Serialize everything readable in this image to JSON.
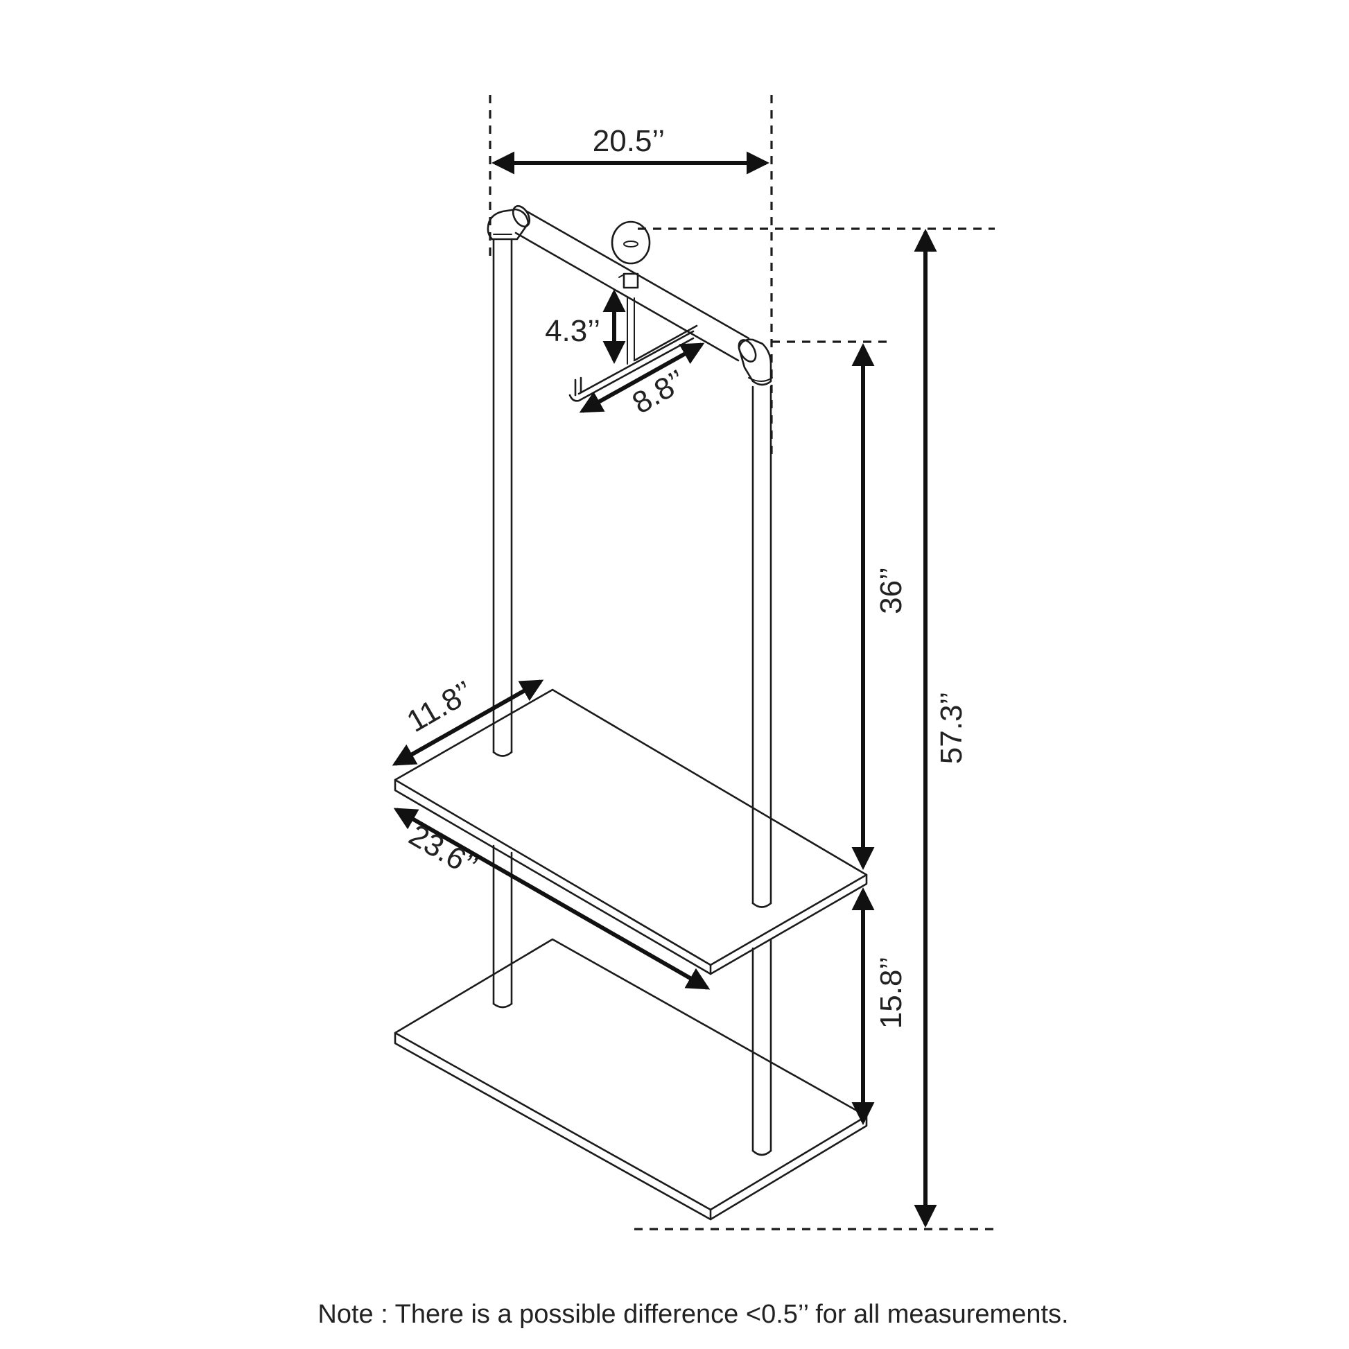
{
  "dimensions": {
    "width_top": "20.5’’",
    "hook_drop": "4.3’’",
    "hook_length": "8.8’’",
    "rail_height": "36’’",
    "total_height": "57.3’’",
    "shelf_depth": "11.8’’",
    "shelf_length": "23.6’’",
    "shelf_gap": "15.8’’"
  },
  "note": "Note : There is a possible difference <0.5’’ for all measurements.",
  "colors": {
    "line": "#1b1b1b",
    "text": "#222222",
    "background": "#ffffff"
  }
}
